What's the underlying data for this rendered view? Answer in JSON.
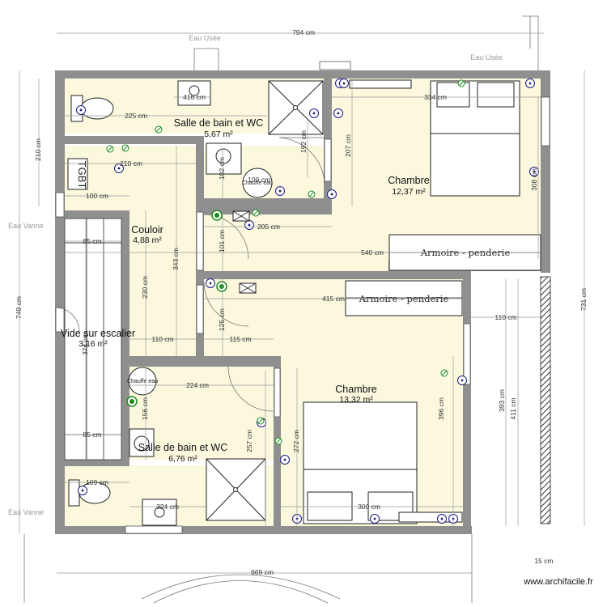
{
  "labels": {
    "eau_usee_1": "Eau Usée",
    "eau_usee_2": "Eau Usée",
    "eau_vanne_1": "Eau Vanne",
    "eau_vanne_2": "Eau Vanne",
    "watermark": "www.archifacile.fr",
    "gbt": "TGBT",
    "chauffe_1": "Chauffe eau",
    "chauffe_2": "Chauffe eau",
    "armoire_1": "Armoire - penderie",
    "armoire_2": "Armoire - penderie"
  },
  "rooms": {
    "sdb1": {
      "name": "Salle de bain et WC",
      "area": "5,67 m²"
    },
    "chambre1": {
      "name": "Chambre",
      "area": "12,37 m²"
    },
    "couloir": {
      "name": "Couloir",
      "area": "4,88 m²"
    },
    "vide": {
      "name": "Vide sur escalier",
      "area": "3,16 m²"
    },
    "chambre2": {
      "name": "Chambre",
      "area": "13,32 m²"
    },
    "sdb2": {
      "name": "Salle de bain et WC",
      "area": "6,76 m²"
    }
  },
  "dims": {
    "top_total": "794 cm",
    "bottom_total": "669 cm",
    "left_749": "749 cm",
    "left_210": "210 cm",
    "right_731": "731 cm",
    "d225": "225 cm",
    "d416": "416 cm",
    "d334": "334 cm",
    "d192": "192 cm",
    "d207": "207 cm",
    "d308": "308 cm",
    "d210": "210 cm",
    "d102": "102 cm",
    "d100a": "100 cm",
    "d100b": "100 cm",
    "d205": "205 cm",
    "d540": "540 cm",
    "d85a": "85 cm",
    "d343": "343 cm",
    "d101": "101 cm",
    "d230": "230 cm",
    "d415": "415 cm",
    "d110a": "110 cm",
    "d110b": "110 cm",
    "d115": "115 cm",
    "d125": "125 cm",
    "d374": "374 cm",
    "d224": "224 cm",
    "d156": "156 cm",
    "d396": "396 cm",
    "d393": "393 cm",
    "d411": "411 cm",
    "d272": "272 cm",
    "d257": "257 cm",
    "d85b": "85 cm",
    "d109": "109 cm",
    "d324": "324 cm",
    "d300": "300 cm",
    "d15": "15 cm"
  }
}
